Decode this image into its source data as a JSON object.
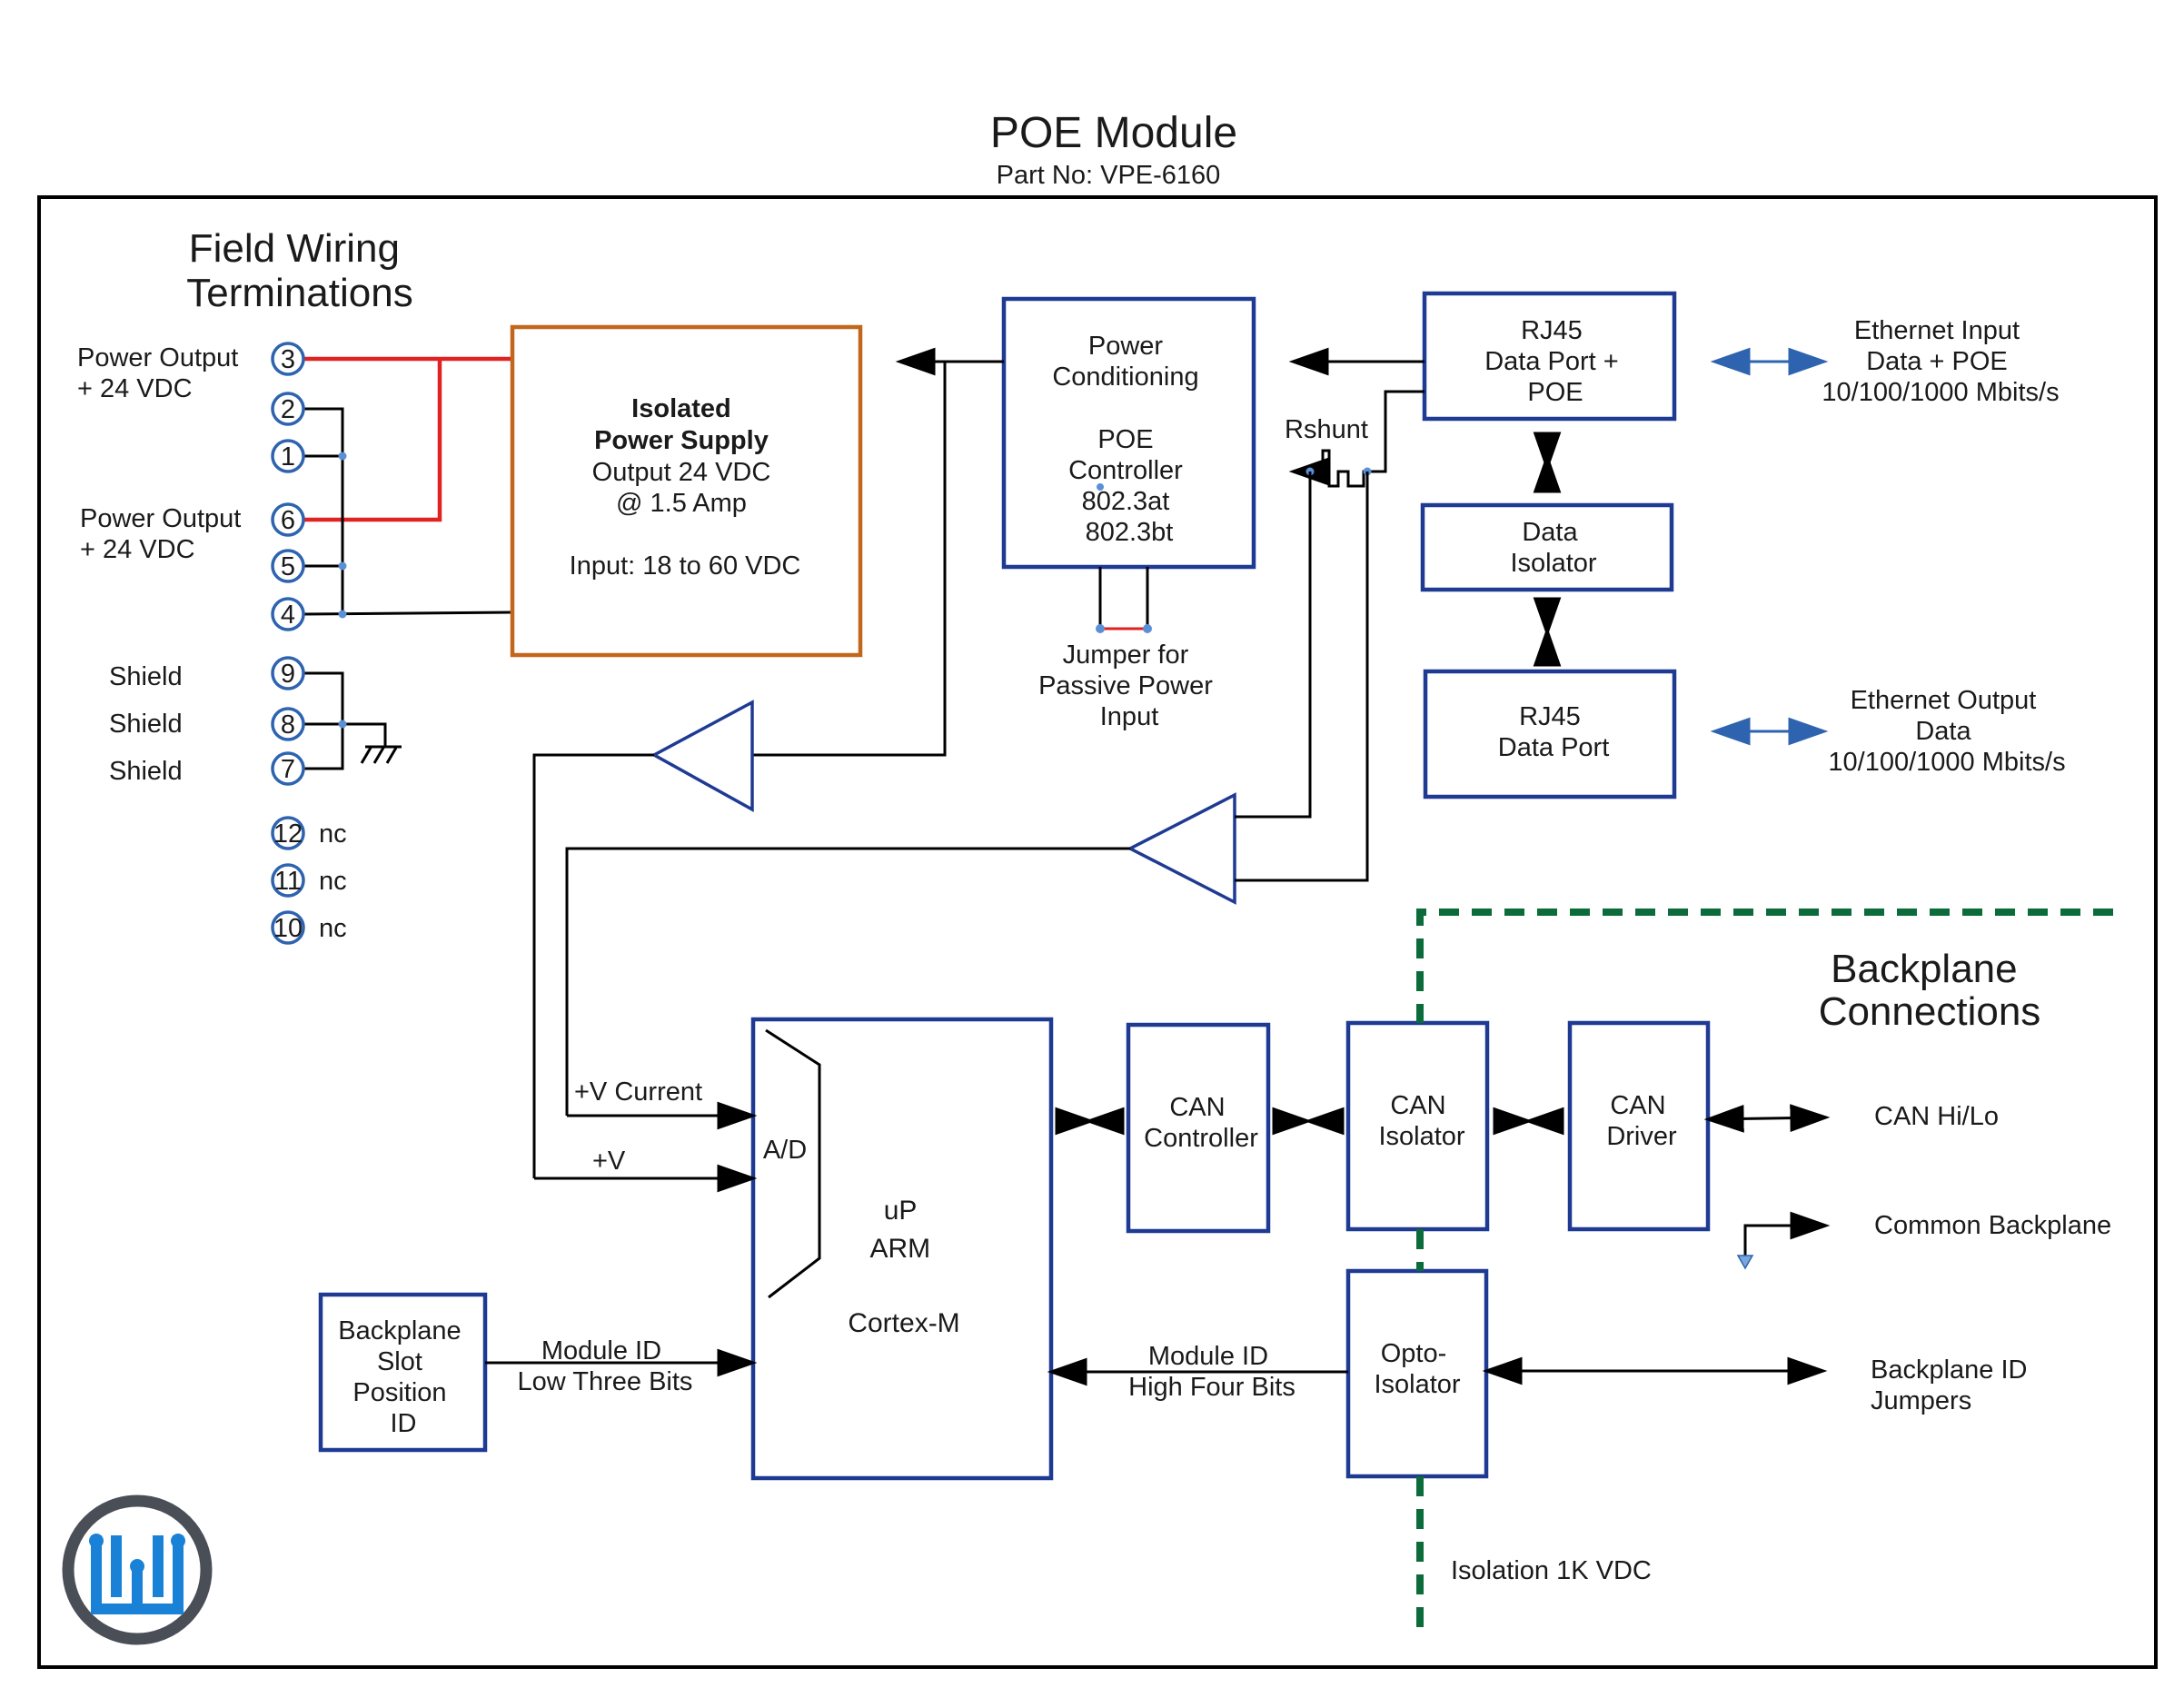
{
  "header": {
    "title": "POE Module",
    "part_no": "Part No: VPE-6160"
  },
  "field_wiring": {
    "title_lines": [
      "Field Wiring",
      "Terminations"
    ],
    "power_output_a": [
      "Power Output",
      "+ 24 VDC"
    ],
    "power_output_b": [
      "Power Output",
      "+ 24 VDC"
    ],
    "shield_labels": [
      "Shield",
      "Shield",
      "Shield"
    ],
    "nc_label": "nc",
    "terminals": [
      "3",
      "2",
      "1",
      "6",
      "5",
      "4",
      "9",
      "8",
      "7",
      "12",
      "11",
      "10"
    ]
  },
  "blocks": {
    "psu": {
      "line1": "Isolated",
      "line2": "Power Supply",
      "line3": "Output 24 VDC",
      "line4": "@ 1.5 Amp",
      "line5": "Input: 18 to 60 VDC"
    },
    "power_cond": {
      "line1": "Power",
      "line2": "Conditioning",
      "line3": "POE",
      "line4": "Controller",
      "line5": "802.3at",
      "line6": "802.3bt"
    },
    "rj45_poe": {
      "line1": "RJ45",
      "line2": "Data Port +",
      "line3": "POE"
    },
    "data_isolator": {
      "line1": "Data",
      "line2": "Isolator"
    },
    "rj45_data": {
      "line1": "RJ45",
      "line2": "Data Port"
    },
    "cpu": {
      "ad": "A/D",
      "line1": "uP",
      "line2": "ARM",
      "line3": "Cortex-M"
    },
    "can_controller": {
      "line1": "CAN",
      "line2": "Controller"
    },
    "can_isolator": {
      "line1": "CAN",
      "line2": "Isolator"
    },
    "can_driver": {
      "line1": "CAN",
      "line2": "Driver"
    },
    "opto_isolator": {
      "line1": "Opto-",
      "line2": "Isolator"
    },
    "slot_id": {
      "line1": "Backplane",
      "line2": "Slot",
      "line3": "Position",
      "line4": "ID"
    }
  },
  "labels": {
    "rshunt": "Rshunt",
    "jumper": [
      "Jumper for",
      "Passive Power",
      "Input"
    ],
    "eth_in": [
      "Ethernet Input",
      "Data + POE",
      "10/100/1000 Mbits/s"
    ],
    "eth_out": [
      "Ethernet Output",
      "Data",
      "10/100/1000 Mbits/s"
    ],
    "v_current": "+V Current",
    "v_plus": "+V",
    "module_id_low": [
      "Module ID",
      "Low Three Bits"
    ],
    "module_id_high": [
      "Module ID",
      "High Four Bits"
    ],
    "backplane_title": [
      "Backplane",
      "Connections"
    ],
    "can_hilo": "CAN Hi/Lo",
    "common_backplane": "Common Backplane",
    "backplane_id": [
      "Backplane ID",
      "Jumpers"
    ],
    "isolation": "Isolation 1K VDC"
  },
  "colors": {
    "block_border": "#1f3a93",
    "psu_border": "#c2661b",
    "power_wire": "#e02222",
    "isolation_barrier": "#0c6b3a",
    "ethernet_arrow": "#2e63b0",
    "logo_blue": "#1a82d6",
    "logo_ring": "#4a4f57"
  },
  "logo": {
    "icon": "company-logo-icon"
  }
}
